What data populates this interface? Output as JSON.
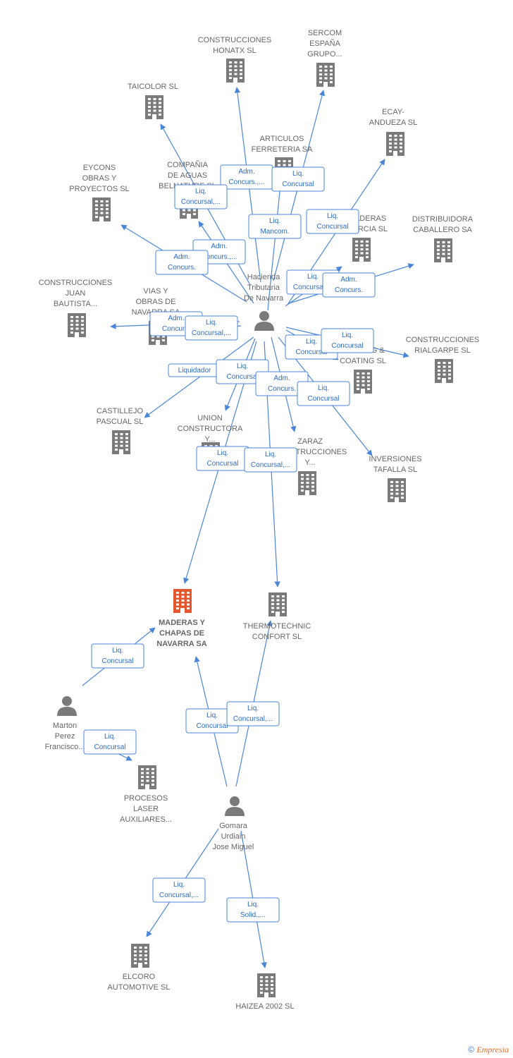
{
  "colors": {
    "edge": "#4a86d8",
    "building": "#7a7a7a",
    "main_building": "#e4572e",
    "person": "#7a7a7a",
    "label": "#666666"
  },
  "nodes": [
    {
      "id": "hacienda",
      "type": "person",
      "lines": [
        "Hacienda",
        "Tributaria",
        "De Navarra"
      ]
    },
    {
      "id": "honatx",
      "type": "company",
      "lines": [
        "CONSTRUCCIONES",
        "HONATX SL"
      ]
    },
    {
      "id": "sercom",
      "type": "company",
      "lines": [
        "SERCOM",
        "ESPAÑA",
        "GRUPO..."
      ]
    },
    {
      "id": "taicolor",
      "type": "company",
      "lines": [
        "TAICOLOR SL"
      ]
    },
    {
      "id": "ecay",
      "type": "company",
      "lines": [
        "ECAY-",
        "ANDUEZA SL"
      ]
    },
    {
      "id": "articulos",
      "type": "company",
      "lines": [
        "ARTICULOS",
        "FERRETERIA SA"
      ]
    },
    {
      "id": "compania",
      "type": "company",
      "lines": [
        "COMPAÑIA",
        "DE AGUAS",
        "BELNATURE SL"
      ]
    },
    {
      "id": "eycons",
      "type": "company",
      "lines": [
        "EYCONS",
        "OBRAS Y",
        "PROYECTOS SL"
      ]
    },
    {
      "id": "maderas_garcia",
      "type": "company",
      "lines": [
        "MADERAS",
        "GARCIA SL"
      ]
    },
    {
      "id": "distribuidora",
      "type": "company",
      "lines": [
        "DISTRIBUIDORA",
        "CABALLERO SA"
      ]
    },
    {
      "id": "juan",
      "type": "company",
      "lines": [
        "CONSTRUCCIONES",
        "JUAN",
        "BAUTISTA..."
      ]
    },
    {
      "id": "vias",
      "type": "company",
      "lines": [
        "VIAS Y",
        "OBRAS DE",
        "NAVARRA SA"
      ]
    },
    {
      "id": "rialgarpe",
      "type": "company",
      "lines": [
        "CONSTRUCCIONES",
        "RIALGARPE SL"
      ]
    },
    {
      "id": "coating",
      "type": "company",
      "lines": [
        "PAINTING &",
        "COATING SL"
      ]
    },
    {
      "id": "castillejo",
      "type": "company",
      "lines": [
        "CASTILLEJO",
        "PASCUAL SL"
      ]
    },
    {
      "id": "union",
      "type": "company",
      "lines": [
        "UNION",
        "CONSTRUCTORA",
        "Y..."
      ]
    },
    {
      "id": "zaraz",
      "type": "company",
      "lines": [
        "ZARAZ",
        "CONSTRUCCIONES",
        "Y..."
      ]
    },
    {
      "id": "inversiones",
      "type": "company",
      "lines": [
        "INVERSIONES",
        "TAFALLA SL"
      ]
    },
    {
      "id": "maderas_chapas",
      "type": "main",
      "lines": [
        "MADERAS Y",
        "CHAPAS DE",
        "NAVARRA SA"
      ]
    },
    {
      "id": "thermotechnic",
      "type": "company",
      "lines": [
        "THERMOTECHNIC",
        "CONFORT SL"
      ]
    },
    {
      "id": "marton",
      "type": "person",
      "lines": [
        "Marton",
        "Perez",
        "Francisco..."
      ]
    },
    {
      "id": "procesos",
      "type": "company",
      "lines": [
        "PROCESOS",
        "LASER",
        "AUXILIARES..."
      ]
    },
    {
      "id": "gomara",
      "type": "person",
      "lines": [
        "Gomara",
        "Urdiain",
        "Jose Miguel"
      ]
    },
    {
      "id": "elcoro",
      "type": "company",
      "lines": [
        "ELCORO",
        "AUTOMOTIVE SL"
      ]
    },
    {
      "id": "haizea",
      "type": "company",
      "lines": [
        "HAIZEA 2002 SL"
      ]
    }
  ],
  "edges": [
    {
      "from": "hacienda",
      "to": "honatx",
      "lines": [
        "Adm.",
        "Concurs.,..."
      ]
    },
    {
      "from": "hacienda",
      "to": "sercom",
      "lines": [
        "Liq.",
        "Concursal"
      ]
    },
    {
      "from": "hacienda",
      "to": "taicolor",
      "lines": [
        "Liq.",
        "Concursal,..."
      ]
    },
    {
      "from": "hacienda",
      "to": "articulos",
      "lines": [
        "Liq.",
        "Mancom."
      ]
    },
    {
      "from": "hacienda",
      "to": "ecay",
      "lines": [
        "Liq.",
        "Concursal"
      ]
    },
    {
      "from": "hacienda",
      "to": "compania",
      "lines": [
        "Adm.",
        "Concurs.,..."
      ]
    },
    {
      "from": "hacienda",
      "to": "eycons",
      "lines": [
        "Adm.",
        "Concurs."
      ]
    },
    {
      "from": "hacienda",
      "to": "maderas_garcia",
      "lines": [
        "Liq.",
        "Concursal,..."
      ]
    },
    {
      "from": "hacienda",
      "to": "distribuidora",
      "lines": [
        "Adm.",
        "Concurs."
      ]
    },
    {
      "from": "hacienda",
      "to": "juan",
      "lines": [
        "Adm.",
        "Concurs."
      ]
    },
    {
      "from": "hacienda",
      "to": "vias",
      "lines": [
        "Liq.",
        "Concursal,..."
      ]
    },
    {
      "from": "hacienda",
      "to": "coating",
      "lines": [
        "Liq.",
        "Concursal"
      ]
    },
    {
      "from": "hacienda",
      "to": "rialgarpe",
      "lines": [
        "Liq.",
        "Concursal"
      ]
    },
    {
      "from": "hacienda",
      "to": "castillejo",
      "lines": [
        "Liquidador"
      ]
    },
    {
      "from": "hacienda",
      "to": "union",
      "lines": [
        "Liq.",
        "Concursal"
      ]
    },
    {
      "from": "hacienda",
      "to": "zaraz",
      "lines": [
        "Adm.",
        "Concurs."
      ]
    },
    {
      "from": "hacienda",
      "to": "inversiones",
      "lines": [
        "Liq.",
        "Concursal"
      ]
    },
    {
      "from": "hacienda",
      "to": "maderas_chapas",
      "lines": [
        "Liq.",
        "Concursal"
      ]
    },
    {
      "from": "hacienda",
      "to": "thermotechnic",
      "lines": [
        "Liq.",
        "Concursal,..."
      ]
    },
    {
      "from": "marton",
      "to": "maderas_chapas",
      "lines": [
        "Liq.",
        "Concursal"
      ]
    },
    {
      "from": "marton",
      "to": "procesos",
      "lines": [
        "Liq.",
        "Concursal"
      ]
    },
    {
      "from": "gomara",
      "to": "maderas_chapas",
      "lines": [
        "Liq.",
        "Concursal"
      ]
    },
    {
      "from": "gomara",
      "to": "thermotechnic",
      "lines": [
        "Liq.",
        "Concursal,..."
      ]
    },
    {
      "from": "gomara",
      "to": "elcoro",
      "lines": [
        "Liq.",
        "Concursal,..."
      ]
    },
    {
      "from": "gomara",
      "to": "haizea",
      "lines": [
        "Liq.",
        "Solid.,..."
      ]
    }
  ],
  "footer": {
    "copyright": "©",
    "brand": "Empresia"
  }
}
